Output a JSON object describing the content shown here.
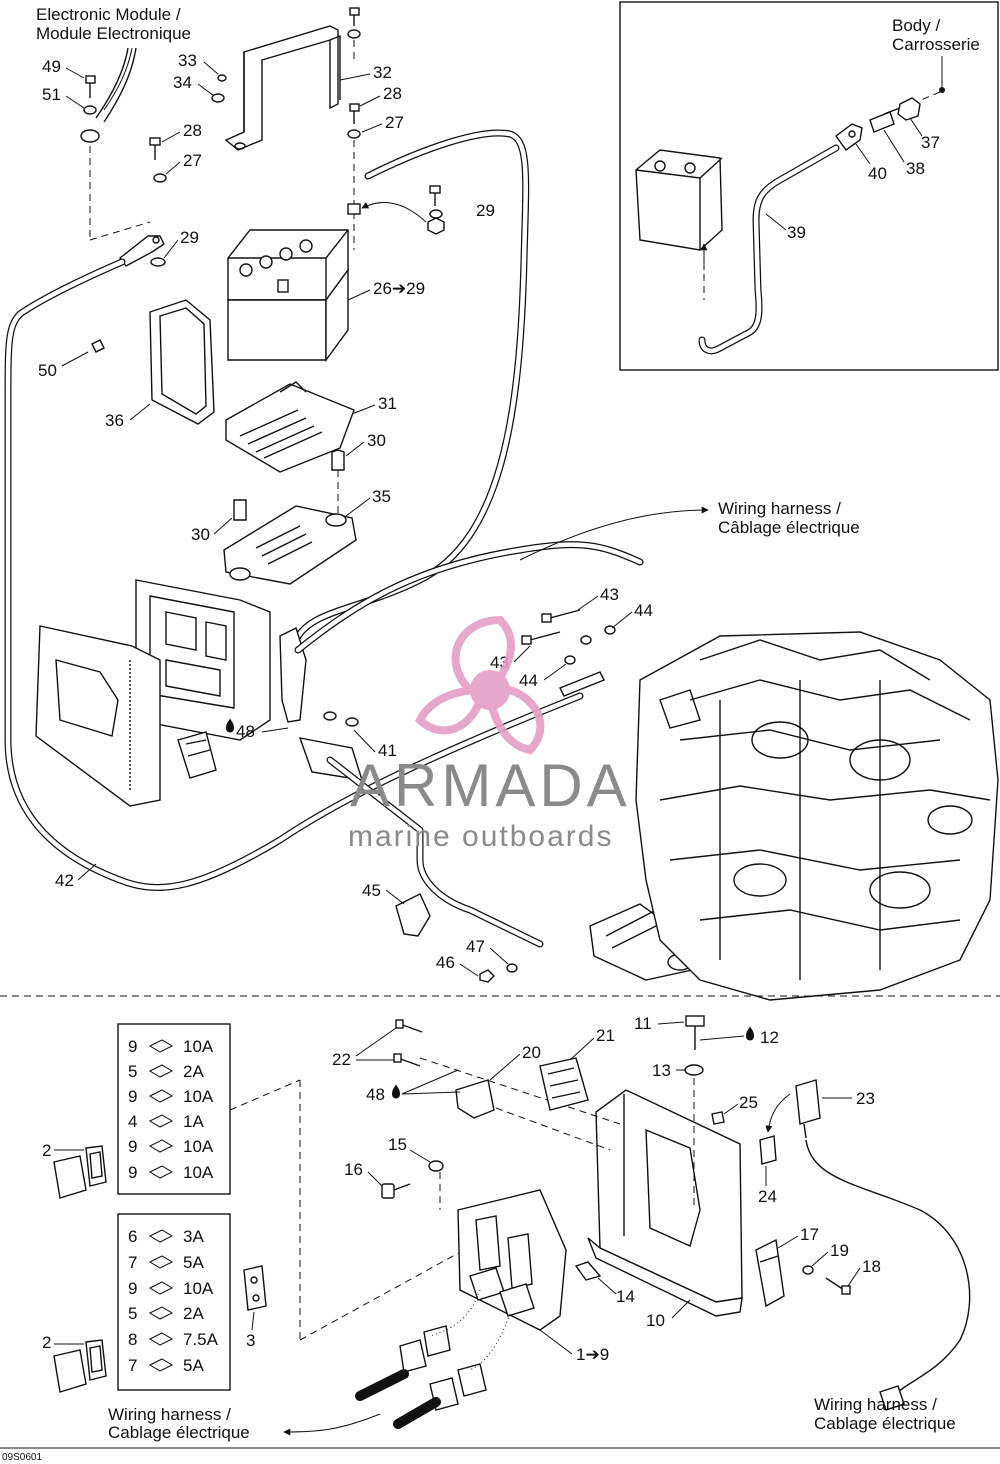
{
  "diagram": {
    "title_module": [
      "Electronic Module /",
      "Module Electronique"
    ],
    "body_label": [
      "Body /",
      "Carrosserie"
    ],
    "wiring_harness_top": [
      "Wiring harness /",
      "Câblage électrique"
    ],
    "wiring_harness_bottom_left": [
      "Wiring harness /",
      "Cablage électrique"
    ],
    "wiring_harness_bottom_right": [
      "Wiring harness /",
      "Cablage électrique"
    ],
    "figure_code": "09S0601",
    "watermark": {
      "brand": "ARMADA",
      "tagline": "marine outboards",
      "logo_color": "#e59ec4",
      "text_color": "#8a8a8a"
    },
    "callouts": {
      "c1to9": "1➔9",
      "c2a": "2",
      "c2b": "2",
      "c3": "3",
      "c10": "10",
      "c11": "11",
      "c12": "12",
      "c13": "13",
      "c14": "14",
      "c15": "15",
      "c16": "16",
      "c17": "17",
      "c18": "18",
      "c19": "19",
      "c20": "20",
      "c21": "21",
      "c22": "22",
      "c23": "23",
      "c24": "24",
      "c25": "25",
      "c26to29": "26➔29",
      "c27a": "27",
      "c27b": "27",
      "c28a": "28",
      "c28b": "28",
      "c29a": "29",
      "c29b": "29",
      "c30a": "30",
      "c30b": "30",
      "c31": "31",
      "c32": "32",
      "c33": "33",
      "c34": "34",
      "c35": "35",
      "c36": "36",
      "c37": "37",
      "c38": "38",
      "c39": "39",
      "c40": "40",
      "c41": "41",
      "c42": "42",
      "c43a": "43",
      "c43b": "43",
      "c44a": "44",
      "c44b": "44",
      "c45": "45",
      "c46": "46",
      "c47": "47",
      "c48a": "48",
      "c48b": "48",
      "c49": "49",
      "c50": "50",
      "c51": "51"
    },
    "fuse_box_top": [
      {
        "num": "9",
        "amp": "10A"
      },
      {
        "num": "5",
        "amp": "2A"
      },
      {
        "num": "9",
        "amp": "10A"
      },
      {
        "num": "4",
        "amp": "1A"
      },
      {
        "num": "9",
        "amp": "10A"
      },
      {
        "num": "9",
        "amp": "10A"
      }
    ],
    "fuse_box_bottom": [
      {
        "num": "6",
        "amp": "3A"
      },
      {
        "num": "7",
        "amp": "5A"
      },
      {
        "num": "9",
        "amp": "10A"
      },
      {
        "num": "5",
        "amp": "2A"
      },
      {
        "num": "8",
        "amp": "7.5A"
      },
      {
        "num": "7",
        "amp": "5A"
      }
    ]
  }
}
